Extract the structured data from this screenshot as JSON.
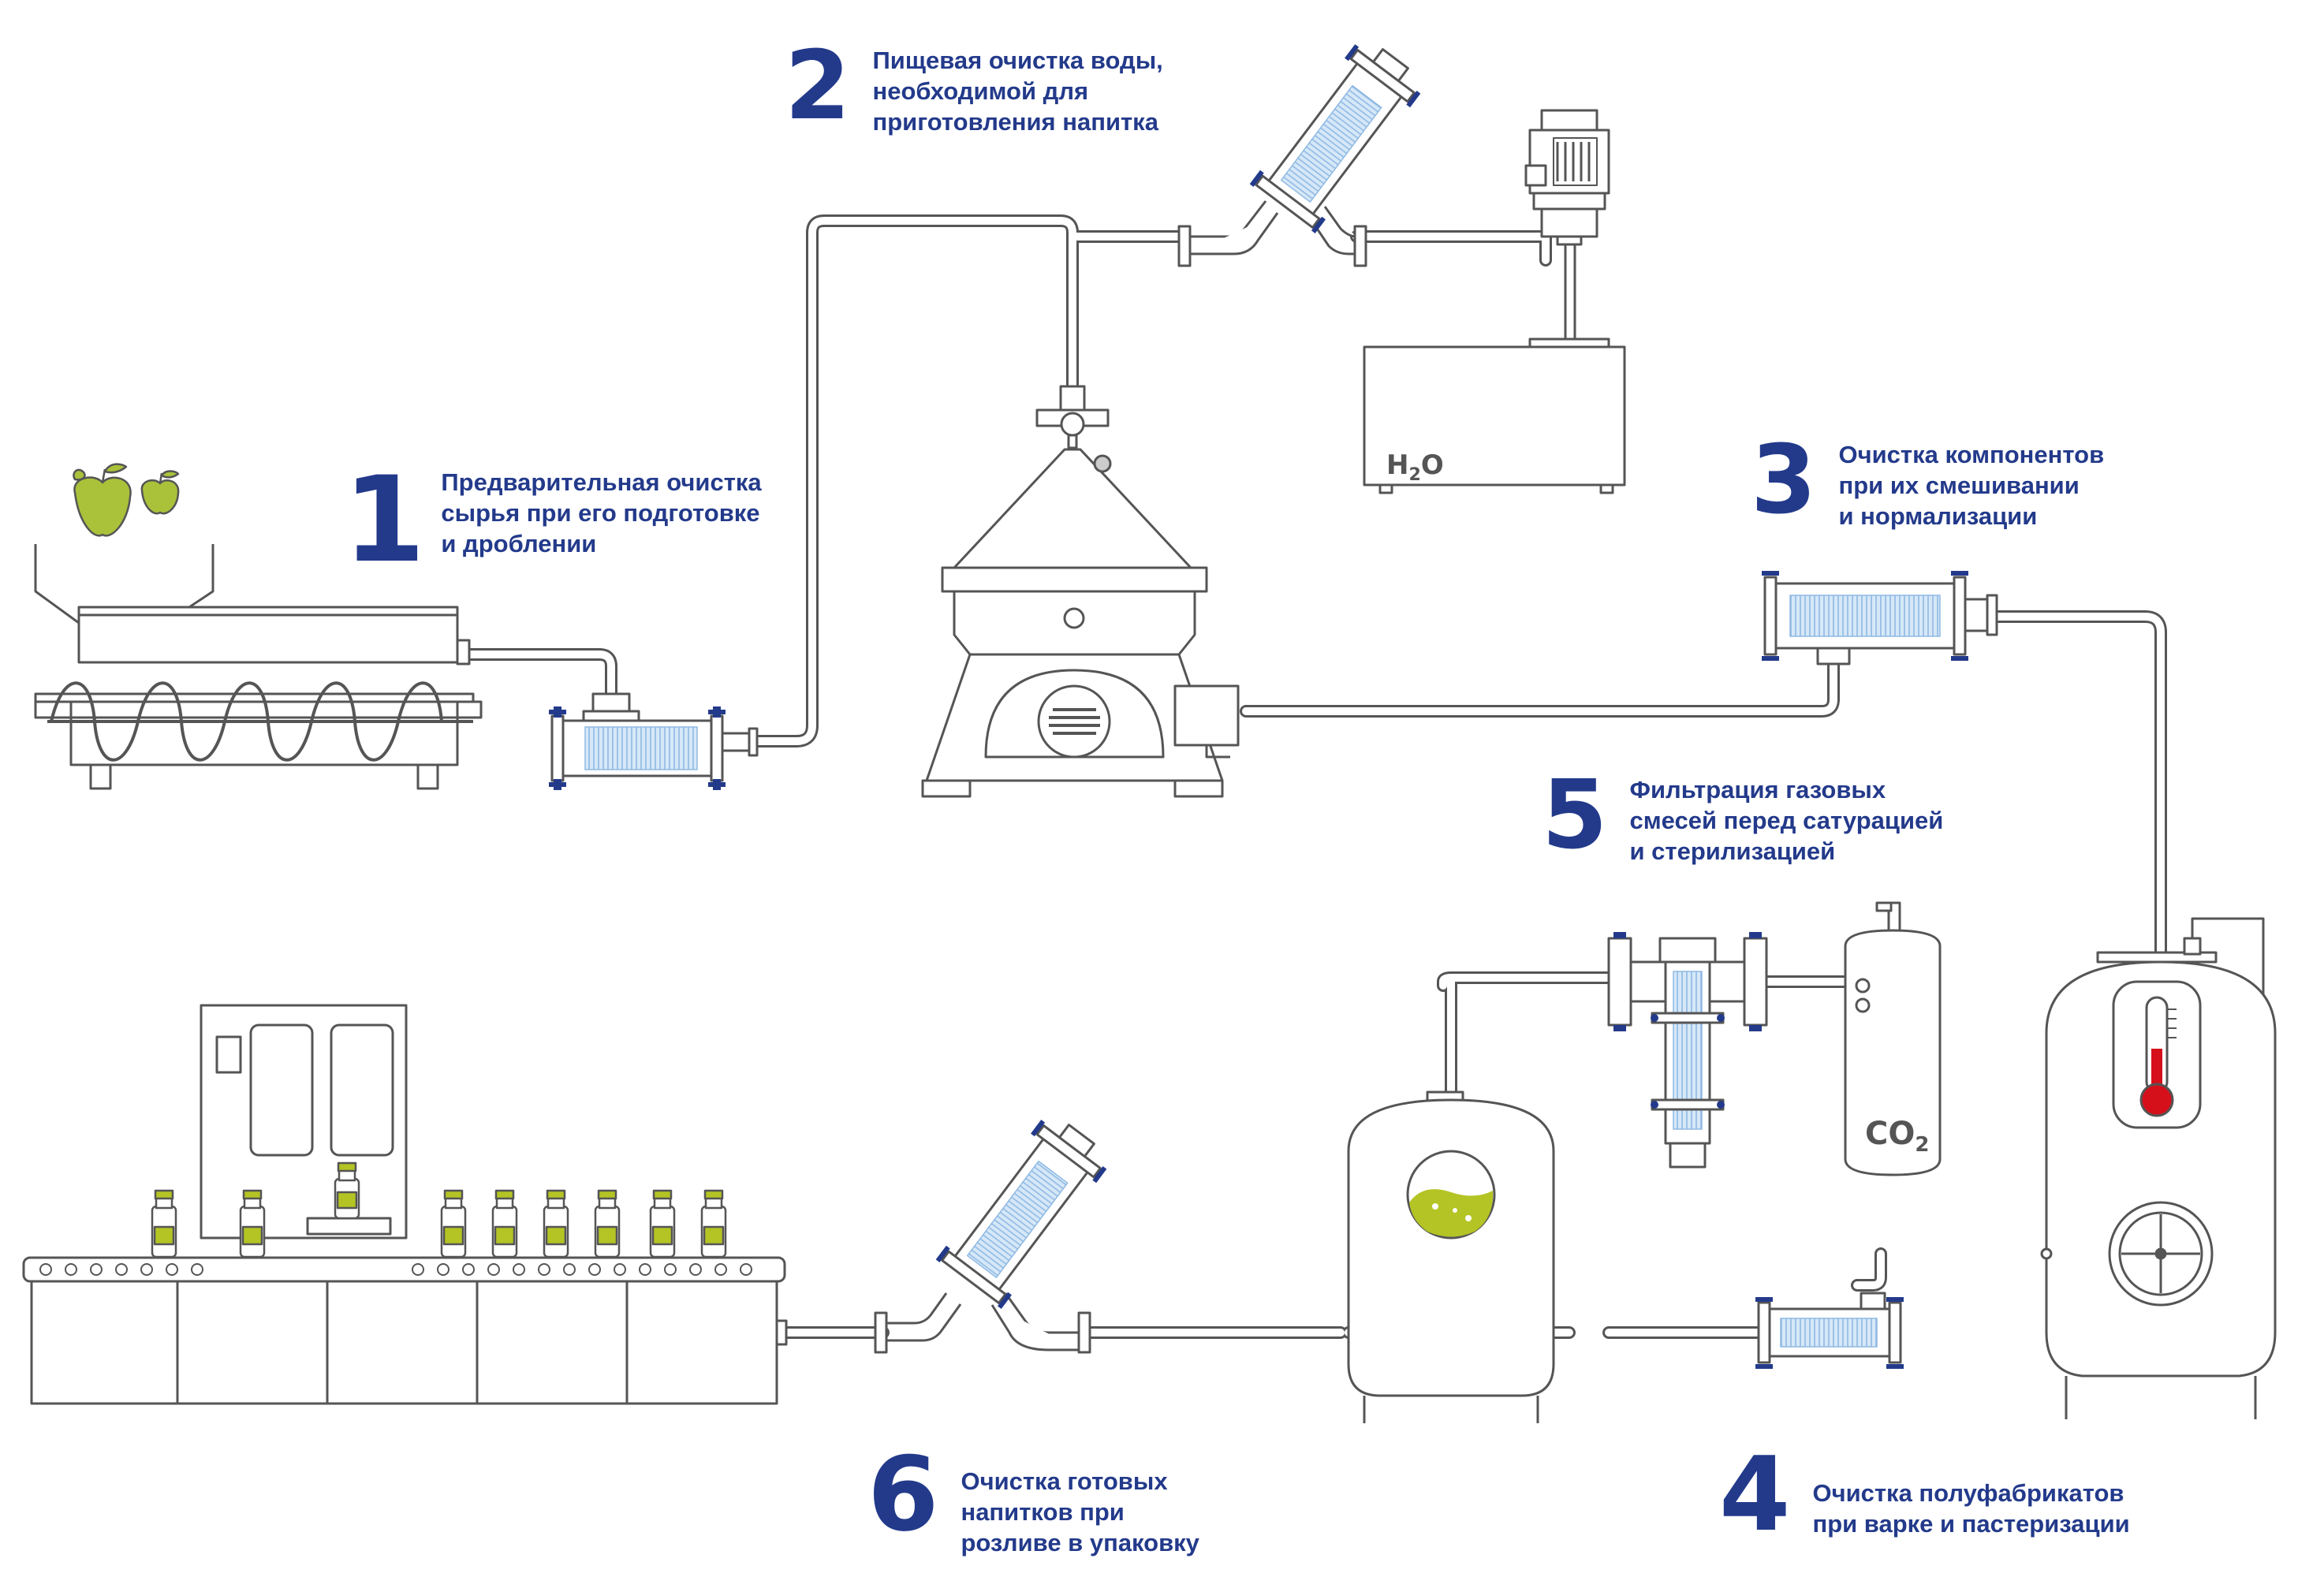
{
  "steps": [
    {
      "number": "1",
      "lines": [
        "Предварительная очистка",
        "сырья при его подготовке",
        "и дроблении"
      ]
    },
    {
      "number": "2",
      "lines": [
        "Пищевая очистка воды,",
        "необходимой для",
        "приготовления напитка"
      ]
    },
    {
      "number": "3",
      "lines": [
        "Очистка компонентов",
        "при их смешивании",
        "и нормализации"
      ]
    },
    {
      "number": "4",
      "lines": [
        "Очистка полуфабрикатов",
        "при варке и пастеризации"
      ]
    },
    {
      "number": "5",
      "lines": [
        "Фильтрация газовых",
        "смесей перед сатурацией",
        "и стерилизацией"
      ]
    },
    {
      "number": "6",
      "lines": [
        "Очистка готовых",
        "напитков при",
        "розливе в упаковку"
      ]
    }
  ],
  "tank_labels": {
    "water": {
      "main": "H",
      "sub": "2",
      "tail": "O"
    },
    "gas": {
      "main": "CO",
      "sub": "2",
      "tail": ""
    }
  },
  "colors": {
    "accent": "#233a8b",
    "outline": "#555555",
    "filter_fill": "#cde4f7",
    "apple": "#a9c23a",
    "liquid": "#b4c424",
    "thermo_red": "#d6101a"
  },
  "icons": [
    "apple-icon",
    "thermometer-icon",
    "fan-vent-icon",
    "motor-icon"
  ]
}
